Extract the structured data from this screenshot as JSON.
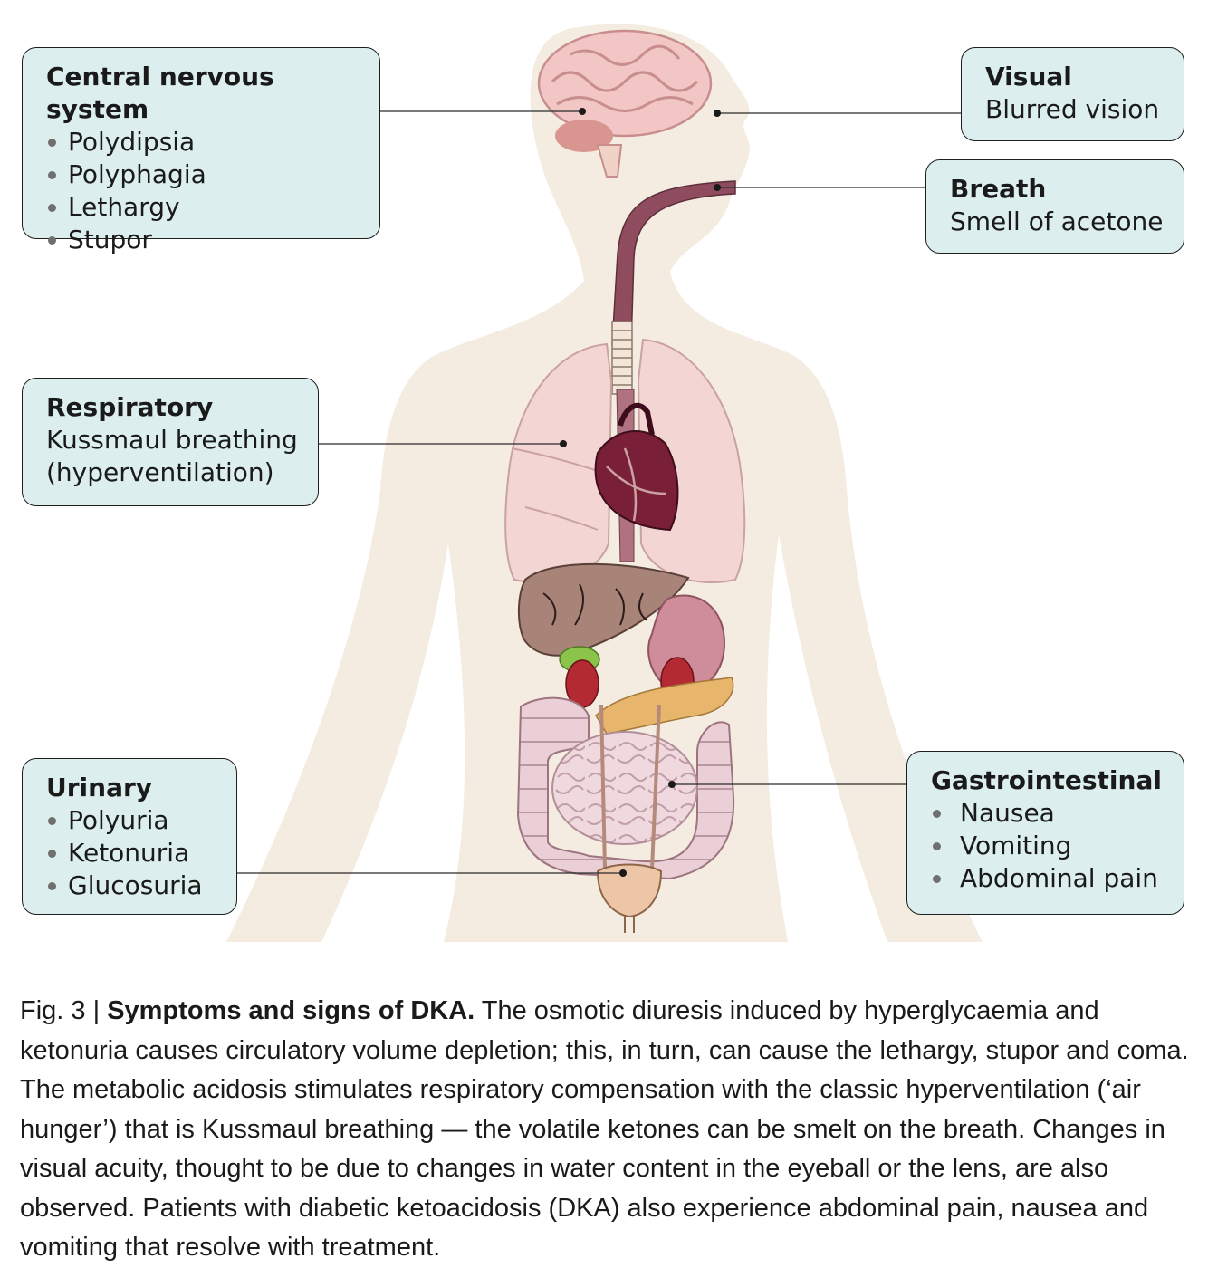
{
  "boxes": {
    "cns": {
      "title": "Central nervous system",
      "items": [
        "Polydipsia",
        "Polyphagia",
        "Lethargy",
        "Stupor"
      ]
    },
    "visual": {
      "title": "Visual",
      "text": "Blurred vision"
    },
    "breath": {
      "title": "Breath",
      "text": "Smell of acetone"
    },
    "respiratory": {
      "title": "Respiratory",
      "lines": [
        "Kussmaul breathing",
        "(hyperventilation)"
      ]
    },
    "urinary": {
      "title": "Urinary",
      "items": [
        "Polyuria",
        "Ketonuria",
        "Glucosuria"
      ]
    },
    "gastrointestinal": {
      "title": "Gastrointestinal",
      "items": [
        "Nausea",
        "Vomiting",
        "Abdominal pain"
      ]
    }
  },
  "caption": {
    "label": "Fig. 3 | ",
    "title": "Symptoms and signs of DKA.",
    "text": " The osmotic diuresis induced by hyperglycaemia and ketonuria causes circulatory volume depletion; this, in turn, can cause the lethargy, stupor and coma. The metabolic acidosis stimulates respiratory compensation with the classic hyperventilation (‘air hunger’) that is Kussmaul breathing — the volatile ketones can be smelt on the breath. Changes in visual acuity, thought to be due to changes in water content in the eyeball or the lens, are also observed. Patients with diabetic ketoacidosis (DKA) also experience abdominal pain, nausea and vomiting that resolve with treatment."
  },
  "colors": {
    "body": "#f4ece0",
    "box_fill": "#dcefee",
    "brain": "#f2c6c4",
    "cerebellum": "#d99590",
    "trachea": "#8f4c5e",
    "lungs": "#f3d6d3",
    "heart": "#7a1f38",
    "liver": "#a88478",
    "stomach": "#cf8c9a",
    "kidneys": "#b42a33",
    "pancreas": "#e7b56b",
    "intestines": "#ebcfd6",
    "bladder": "#ecc6a6"
  }
}
